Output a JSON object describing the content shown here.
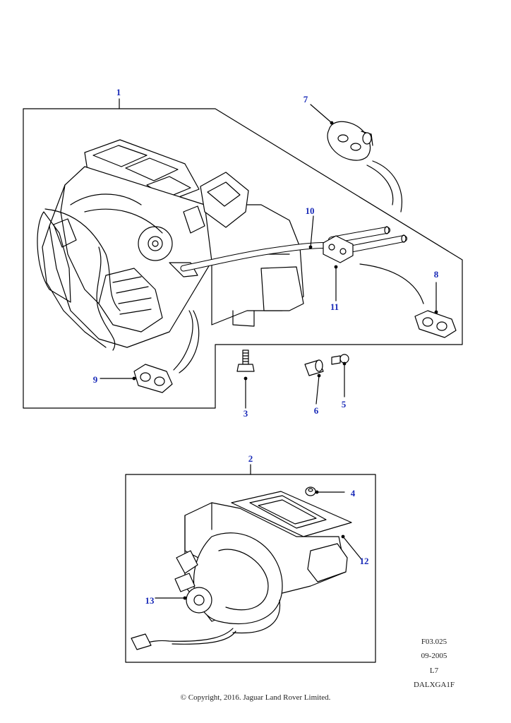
{
  "colors": {
    "callout": "#1a2bb8",
    "line": "#000000",
    "background": "#ffffff"
  },
  "callouts": {
    "c1": "1",
    "c2": "2",
    "c3": "3",
    "c4": "4",
    "c5": "5",
    "c6": "6",
    "c7": "7",
    "c8": "8",
    "c9": "9",
    "c10": "10",
    "c11": "11",
    "c12": "12",
    "c13": "13"
  },
  "meta": {
    "code1": "F03.025",
    "date": "09-2005",
    "code2": "L7",
    "code3": "DALXGA1F"
  },
  "copyright": "© Copyright, 2016. Jaguar Land Rover Limited."
}
